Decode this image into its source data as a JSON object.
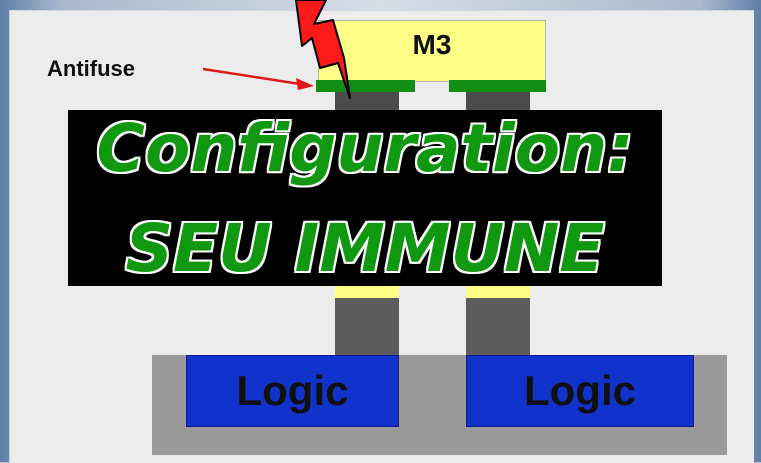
{
  "diagram": {
    "metal_layer_label": "M3",
    "antifuse_label": "Antifuse",
    "banner": {
      "line1": "Configuration:",
      "line2": "SEU IMMUNE"
    },
    "logic_blocks": [
      "Logic",
      "Logic"
    ]
  },
  "colors": {
    "metal": "#ffff88",
    "antifuse": "#118e13",
    "via": "#4b4b4b",
    "logic": "#1133cc",
    "substrate": "#9a9a9a",
    "banner_bg": "#000000",
    "banner_text": "#109810",
    "lightning": "#ff1a1a",
    "arrow": "#e01818"
  },
  "icons": {
    "lightning": "lightning-bolt-icon",
    "arrow": "red-arrow-icon"
  }
}
